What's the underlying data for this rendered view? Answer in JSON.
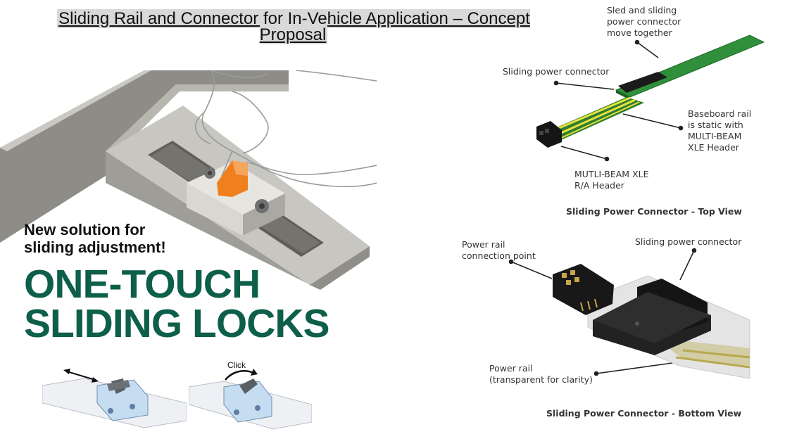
{
  "slide": {
    "title": "Sliding Rail and Connector for In-Vehicle Application – Concept Proposal"
  },
  "left_panel": {
    "tagline_line1": "New solution for",
    "tagline_line2": "sliding adjustment!",
    "headline_line1": "ONE-TOUCH",
    "headline_line2": "SLIDING LOCKS",
    "click_label": "Click",
    "accent_color": "#0d5f4a",
    "lever_color": "#f07f1e"
  },
  "top_view": {
    "callouts": {
      "sled": [
        "Sled and sliding",
        "power connector",
        "move together"
      ],
      "sliding_connector": "Sliding power connector",
      "baseboard": [
        "Baseboard rail",
        "is static with",
        "MULTI-BEAM",
        "XLE Header"
      ],
      "header": [
        "MUTLI-BEAM XLE",
        "R/A Header"
      ]
    },
    "caption": "Sliding Power Connector - Top View",
    "pcb_color": "#2f8f3a"
  },
  "bottom_view": {
    "callouts": {
      "connection_point": [
        "Power rail",
        "connection point"
      ],
      "sliding_connector": "Sliding power connector",
      "power_rail": [
        "Power rail",
        "(transparent for clarity)"
      ]
    },
    "caption": "Sliding Power Connector - Bottom View"
  }
}
